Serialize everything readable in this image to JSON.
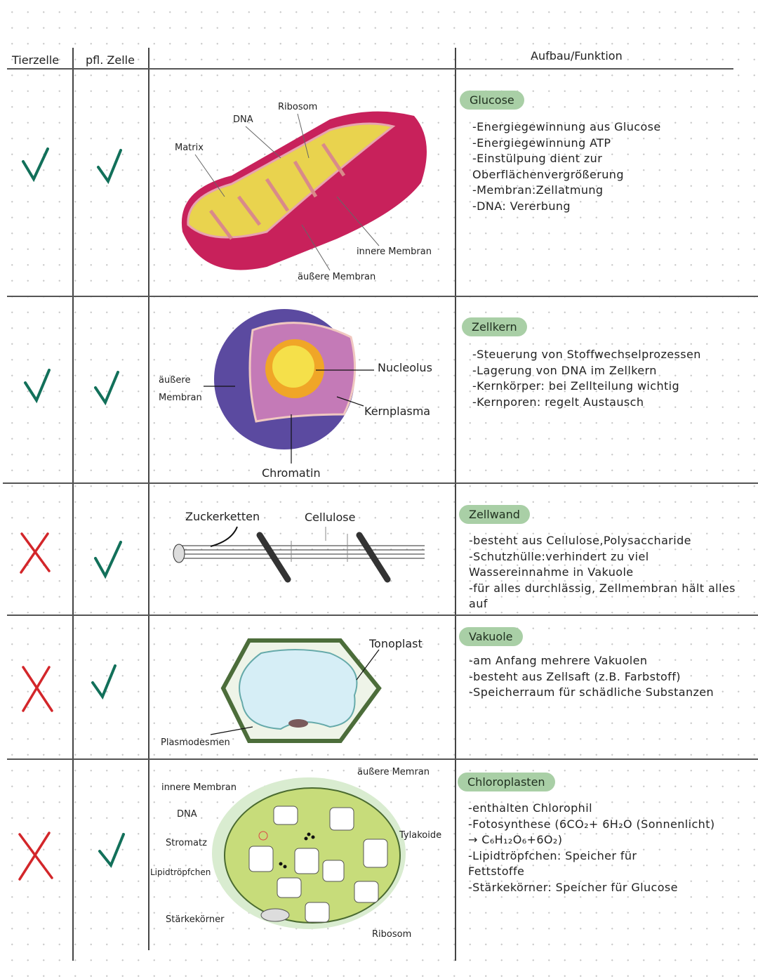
{
  "header": {
    "col1": "Tierzelle",
    "col2": "pfl. Zelle",
    "col4": "Aufbau/Funktion"
  },
  "colors": {
    "check": "#12705a",
    "cross": "#d3262a",
    "pill": "#a9cfa6"
  },
  "rows": [
    {
      "animal": "check",
      "plant": "check",
      "title": "Glucose",
      "text": "-Energiegewinnung aus Glucose\n-Energiegewinnung ATP\n-Einstülpung dient zur\nOberflächenvergrößerung\n-Membran:Zellatmung\n-DNA: Vererbung",
      "labels": {
        "a": "Ribosom",
        "b": "DNA",
        "c": "Matrix",
        "d": "innere Membran",
        "e": "äußere Membran"
      }
    },
    {
      "animal": "check",
      "plant": "check",
      "title": "Zellkern",
      "text": "-Steuerung von Stoffwechselprozessen\n-Lagerung von DNA im Zellkern\n-Kernkörper: bei Zellteilung wichtig\n-Kernporen: regelt Austausch",
      "labels": {
        "a": "Nucleolus",
        "b": "äußere",
        "c": "Membran",
        "d": "Kernplasma",
        "e": "Chromatin"
      }
    },
    {
      "animal": "cross",
      "plant": "check",
      "title": "Zellwand",
      "text": "-besteht aus Cellulose,Polysaccharide\n-Schutzhülle:verhindert zu viel\nWassereinnahme in Vakuole\n-für alles durchlässig, Zellmembran hält alles\nauf",
      "labels": {
        "a": "Zuckerketten",
        "b": "Cellulose"
      }
    },
    {
      "animal": "cross",
      "plant": "check",
      "title": "Vakuole",
      "text": "-am Anfang mehrere Vakuolen\n-besteht aus Zellsaft (z.B. Farbstoff)\n-Speicherraum für schädliche Substanzen",
      "labels": {
        "a": "Tonoplast",
        "b": "Plasmodesmen"
      }
    },
    {
      "animal": "cross",
      "plant": "check",
      "title": "Chloroplasten",
      "text": "-enthalten Chlorophil\n-Fotosynthese (6CO₂+ 6H₂O (Sonnenlicht)\n → C₆H₁₂O₆+6O₂)\n-Lipidtröpfchen: Speicher für\nFettstoffe\n-Stärkekörner: Speicher für Glucose",
      "labels": {
        "a": "äußere Memran",
        "b": "innere Membran",
        "c": "DNA",
        "d": "Stromatz",
        "e": "Tylakoide",
        "f": "Lipidtröpfchen",
        "g": "Stärkekörner",
        "h": "Ribosom"
      }
    }
  ]
}
